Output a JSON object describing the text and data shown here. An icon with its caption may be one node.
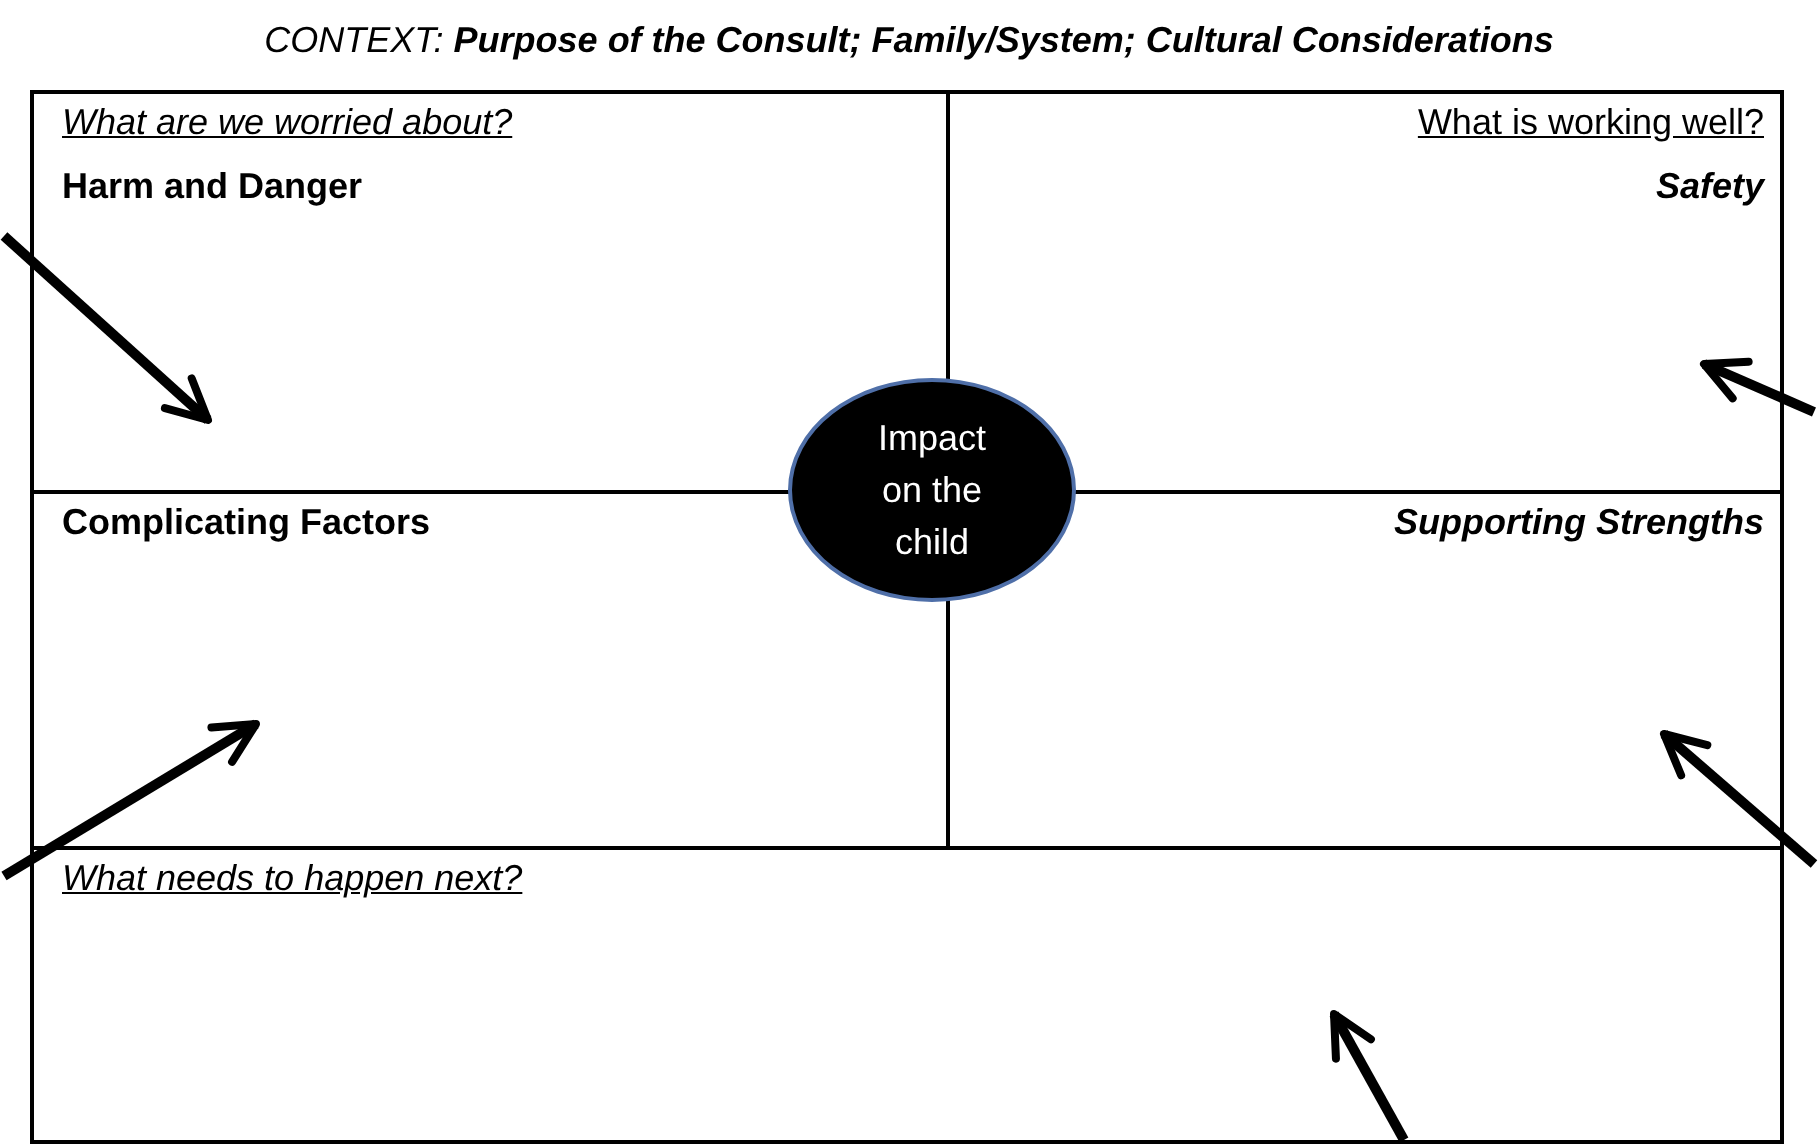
{
  "diagram": {
    "title": "*CONTEXT:* **Purpose of the Consult; Family/System; Cultural Considerations**",
    "nodes": [
      {
        "text": [
          "What are we worried about?",
          "Harm and Danger"
        ]
      },
      {
        "text": [
          "What is working well?",
          "Safety"
        ]
      },
      {
        "text": [
          "Complicating Factors"
        ]
      },
      {
        "text": [
          "Supporting Strengths"
        ]
      },
      {
        "text": [
          "Impact on the child"
        ]
      },
      {
        "text": [
          "What needs to happen next?"
        ]
      }
    ],
    "edges": [
      {
        "from": null,
        "to": 0,
        "arrow": "to"
      },
      {
        "from": null,
        "to": 1,
        "arrow": "to"
      },
      {
        "from": null,
        "to": 2,
        "arrow": "to"
      },
      {
        "from": null,
        "to": 3,
        "arrow": "to"
      },
      {
        "from": null,
        "to": 5,
        "arrow": "to"
      }
    ]
  }
}
